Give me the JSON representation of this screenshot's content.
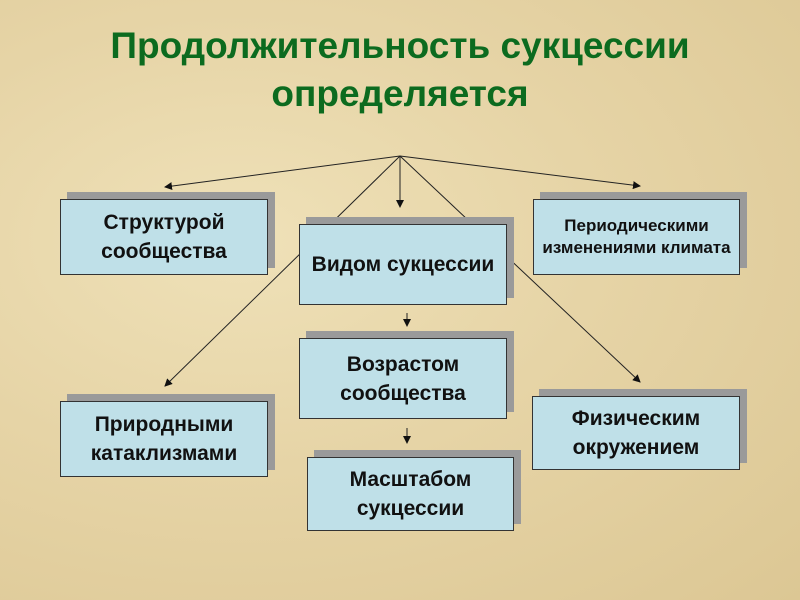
{
  "title": "Продолжительность сукцессии определяется",
  "boxes": {
    "structure": "Структурой сообщества",
    "type": "Видом сукцессии",
    "climate": "Периодическими изменениями климата",
    "age": "Возрастом сообщества",
    "disasters": "Природными катаклизмами",
    "environment": "Физическим окружением",
    "scale": "Масштабом сукцессии"
  }
}
